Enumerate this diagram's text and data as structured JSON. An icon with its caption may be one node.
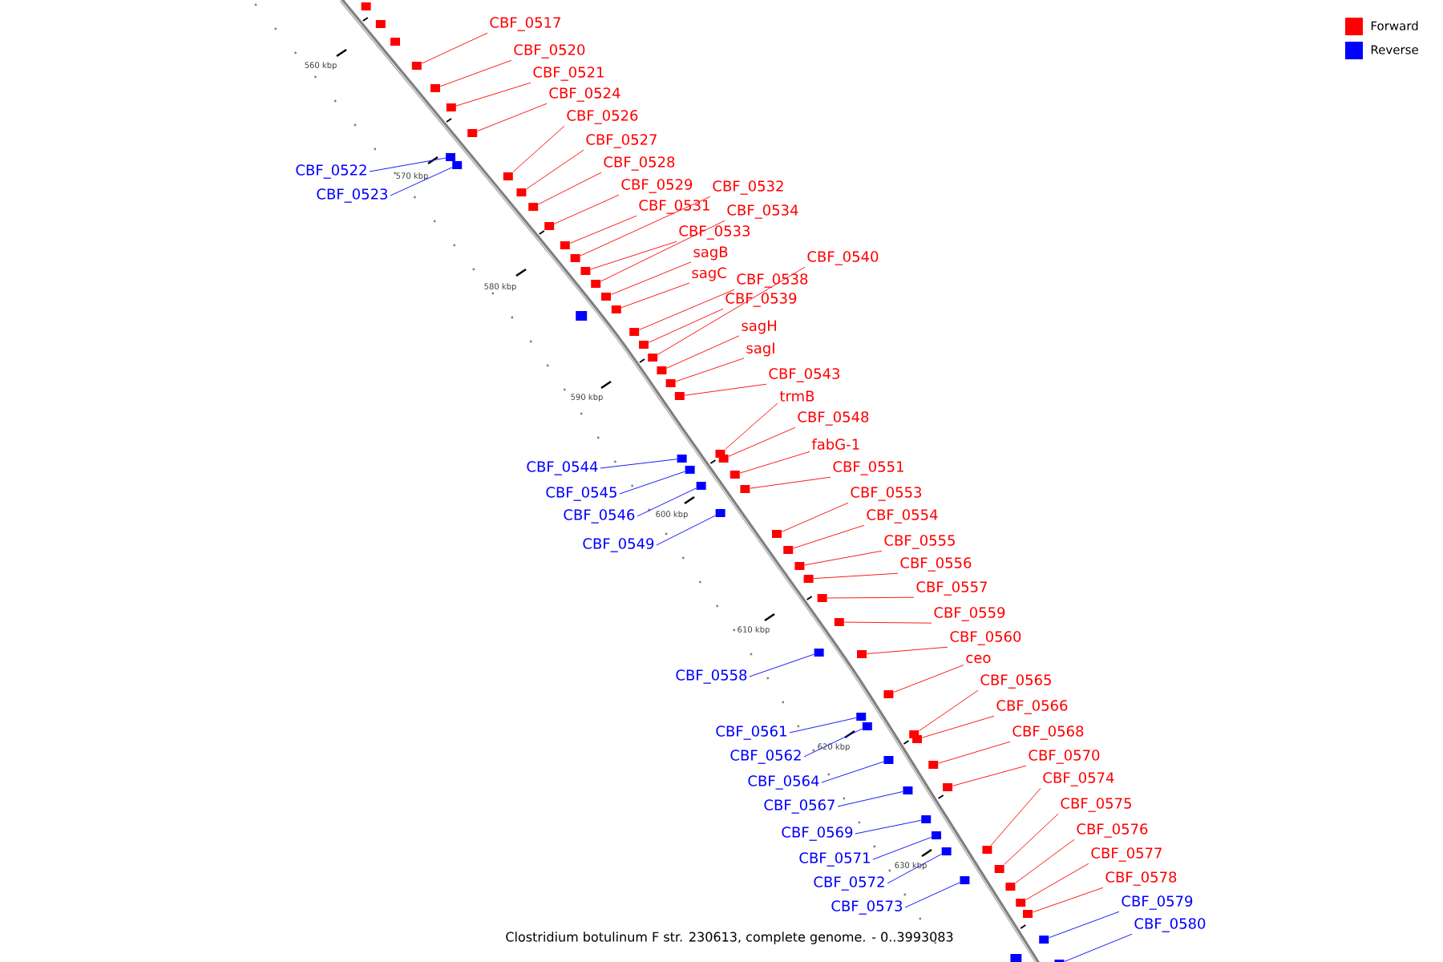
{
  "diagram": {
    "caption": "Clostridium botulinum F str. 230613, complete genome. - 0..3993083",
    "nodes": [
      {
        "text": [
          "CBF_0517"
        ]
      },
      {
        "text": [],
        "shape": "box"
      },
      {
        "text": [
          "CBF_0520"
        ]
      },
      {
        "text": [],
        "shape": "box"
      },
      {
        "text": [
          "CBF_0521"
        ]
      },
      {
        "text": [],
        "shape": "box"
      },
      {
        "text": [
          "CBF_0524"
        ]
      },
      {
        "text": [],
        "shape": "box"
      },
      {
        "text": [
          "CBF_0526"
        ]
      },
      {
        "text": [],
        "shape": "box"
      },
      {
        "text": [
          "CBF_0527"
        ]
      },
      {
        "text": [],
        "shape": "box"
      },
      {
        "text": [
          "CBF_0528"
        ]
      },
      {
        "text": [],
        "shape": "box"
      },
      {
        "text": [
          "CBF_0522"
        ]
      },
      {
        "text": [],
        "shape": "box"
      },
      {
        "text": [
          "CBF_0529"
        ]
      },
      {
        "text": [],
        "shape": "box"
      },
      {
        "text": [
          "CBF_0532"
        ]
      },
      {
        "text": [],
        "shape": "box"
      },
      {
        "text": [
          "CBF_0523"
        ]
      },
      {
        "text": [],
        "shape": "box"
      },
      {
        "text": [
          "CBF_0531"
        ]
      },
      {
        "text": [],
        "shape": "box"
      },
      {
        "text": [
          "CBF_0534"
        ]
      },
      {
        "text": [],
        "shape": "box"
      },
      {
        "text": [
          "CBF_0533"
        ]
      },
      {
        "text": [],
        "shape": "box"
      },
      {
        "text": [
          "sagB"
        ]
      },
      {
        "text": [],
        "shape": "box"
      },
      {
        "text": [
          "CBF_0540"
        ]
      },
      {
        "text": [],
        "shape": "box"
      },
      {
        "text": [
          "sagC"
        ]
      },
      {
        "text": [],
        "shape": "box"
      },
      {
        "text": [
          "CBF_0538"
        ]
      },
      {
        "text": [],
        "shape": "box"
      },
      {
        "text": [
          "CBF_0539"
        ]
      },
      {
        "text": [],
        "shape": "box"
      },
      {
        "text": [
          "sagH"
        ]
      },
      {
        "text": [],
        "shape": "box"
      },
      {
        "text": [
          "sagI"
        ]
      },
      {
        "text": [],
        "shape": "box"
      },
      {
        "text": [
          "CBF_0543"
        ]
      },
      {
        "text": [],
        "shape": "box"
      },
      {
        "text": [
          "trmB"
        ]
      },
      {
        "text": [],
        "shape": "box"
      },
      {
        "text": [
          "CBF_0548"
        ]
      },
      {
        "text": [],
        "shape": "box"
      },
      {
        "text": [
          "fabG-1"
        ]
      },
      {
        "text": [],
        "shape": "box"
      },
      {
        "text": [
          "CBF_0544"
        ]
      },
      {
        "text": [],
        "shape": "box"
      },
      {
        "text": [
          "CBF_0551"
        ]
      },
      {
        "text": [],
        "shape": "box"
      },
      {
        "text": [
          "CBF_0545"
        ]
      },
      {
        "text": [],
        "shape": "box"
      },
      {
        "text": [
          "CBF_0553"
        ]
      },
      {
        "text": [],
        "shape": "box"
      },
      {
        "text": [
          "CBF_0546"
        ]
      },
      {
        "text": [],
        "shape": "box"
      },
      {
        "text": [
          "CBF_0554"
        ]
      },
      {
        "text": [],
        "shape": "box"
      },
      {
        "text": [
          "CBF_0555"
        ]
      },
      {
        "text": [],
        "shape": "box"
      },
      {
        "text": [
          "CBF_0549"
        ]
      },
      {
        "text": [],
        "shape": "box"
      },
      {
        "text": [
          "CBF_0556"
        ]
      },
      {
        "text": [],
        "shape": "box"
      },
      {
        "text": [
          "CBF_0557"
        ]
      },
      {
        "text": [],
        "shape": "box"
      },
      {
        "text": [
          "CBF_0559"
        ]
      },
      {
        "text": [],
        "shape": "box"
      },
      {
        "text": [
          "CBF_0560"
        ]
      },
      {
        "text": [],
        "shape": "box"
      },
      {
        "text": [
          "ceo"
        ]
      },
      {
        "text": [],
        "shape": "box"
      },
      {
        "text": [
          "CBF_0558"
        ]
      },
      {
        "text": [],
        "shape": "box"
      },
      {
        "text": [
          "CBF_0565"
        ]
      },
      {
        "text": [],
        "shape": "box"
      },
      {
        "text": [
          "CBF_0566"
        ]
      },
      {
        "text": [],
        "shape": "box"
      },
      {
        "text": [
          "CBF_0561"
        ]
      },
      {
        "text": [],
        "shape": "box"
      },
      {
        "text": [
          "CBF_0568"
        ]
      },
      {
        "text": [],
        "shape": "box"
      },
      {
        "text": [
          "CBF_0562"
        ]
      },
      {
        "text": [],
        "shape": "box"
      },
      {
        "text": [
          "CBF_0570"
        ]
      },
      {
        "text": [],
        "shape": "box"
      },
      {
        "text": [
          "CBF_0574"
        ]
      },
      {
        "text": [],
        "shape": "box"
      },
      {
        "text": [
          "CBF_0564"
        ]
      },
      {
        "text": [],
        "shape": "box"
      },
      {
        "text": [
          "CBF_0575"
        ]
      },
      {
        "text": [],
        "shape": "box"
      },
      {
        "text": [
          "CBF_0567"
        ]
      },
      {
        "text": [],
        "shape": "box"
      },
      {
        "text": [
          "CBF_0576"
        ]
      },
      {
        "text": [],
        "shape": "box"
      },
      {
        "text": [
          "CBF_0569"
        ]
      },
      {
        "text": [],
        "shape": "box"
      },
      {
        "text": [
          "CBF_0577"
        ]
      },
      {
        "text": [],
        "shape": "box"
      },
      {
        "text": [
          "CBF_0571"
        ]
      },
      {
        "text": [],
        "shape": "box"
      },
      {
        "text": [
          "CBF_0578"
        ]
      },
      {
        "text": [],
        "shape": "box"
      },
      {
        "text": [
          "CBF_0572"
        ]
      },
      {
        "text": [],
        "shape": "box"
      },
      {
        "text": [
          "CBF_0579"
        ]
      },
      {
        "text": [],
        "shape": "box"
      },
      {
        "text": [
          "CBF_0573"
        ]
      },
      {
        "text": [],
        "shape": "box"
      },
      {
        "text": [
          "CBF_0580"
        ]
      },
      {
        "text": [],
        "shape": "box"
      }
    ],
    "edges": [
      {
        "from": 0,
        "to": 1,
        "arrow": "none"
      },
      {
        "from": 2,
        "to": 3,
        "arrow": "none"
      },
      {
        "from": 4,
        "to": 5,
        "arrow": "none"
      },
      {
        "from": 6,
        "to": 7,
        "arrow": "none"
      },
      {
        "from": 8,
        "to": 9,
        "arrow": "none"
      },
      {
        "from": 10,
        "to": 11,
        "arrow": "none"
      },
      {
        "from": 12,
        "to": 13,
        "arrow": "none"
      },
      {
        "from": 14,
        "to": 15,
        "arrow": "none",
        "color": "#0000ff"
      },
      {
        "from": 16,
        "to": 17,
        "arrow": "none"
      },
      {
        "from": 18,
        "to": 19,
        "arrow": "none"
      },
      {
        "from": 20,
        "to": 21,
        "arrow": "none",
        "color": "#0000ff"
      },
      {
        "from": 22,
        "to": 23,
        "arrow": "none"
      },
      {
        "from": 24,
        "to": 25,
        "arrow": "none"
      },
      {
        "from": 26,
        "to": 27,
        "arrow": "none"
      },
      {
        "from": 28,
        "to": 29,
        "arrow": "none"
      },
      {
        "from": 30,
        "to": 31,
        "arrow": "none"
      },
      {
        "from": 32,
        "to": 33,
        "arrow": "none"
      },
      {
        "from": 34,
        "to": 35,
        "arrow": "none"
      },
      {
        "from": 36,
        "to": 37,
        "arrow": "none"
      },
      {
        "from": 38,
        "to": 39,
        "arrow": "none"
      },
      {
        "from": 40,
        "to": 41,
        "arrow": "none"
      },
      {
        "from": 42,
        "to": 43,
        "arrow": "none"
      },
      {
        "from": 44,
        "to": 45,
        "arrow": "none"
      },
      {
        "from": 46,
        "to": 47,
        "arrow": "none"
      },
      {
        "from": 48,
        "to": 49,
        "arrow": "none"
      },
      {
        "from": 50,
        "to": 51,
        "arrow": "none",
        "color": "#0000ff"
      },
      {
        "from": 52,
        "to": 53,
        "arrow": "none"
      },
      {
        "from": 54,
        "to": 55,
        "arrow": "none",
        "color": "#0000ff"
      },
      {
        "from": 56,
        "to": 57,
        "arrow": "none"
      },
      {
        "from": 58,
        "to": 59,
        "arrow": "none",
        "color": "#0000ff"
      },
      {
        "from": 60,
        "to": 61,
        "arrow": "none"
      },
      {
        "from": 62,
        "to": 63,
        "arrow": "none"
      },
      {
        "from": 64,
        "to": 65,
        "arrow": "none",
        "color": "#0000ff"
      },
      {
        "from": 66,
        "to": 67,
        "arrow": "none"
      },
      {
        "from": 68,
        "to": 69,
        "arrow": "none"
      },
      {
        "from": 70,
        "to": 71,
        "arrow": "none"
      },
      {
        "from": 72,
        "to": 73,
        "arrow": "none"
      },
      {
        "from": 74,
        "to": 75,
        "arrow": "none"
      },
      {
        "from": 76,
        "to": 77,
        "arrow": "none",
        "color": "#0000ff"
      },
      {
        "from": 78,
        "to": 79,
        "arrow": "none"
      },
      {
        "from": 80,
        "to": 81,
        "arrow": "none"
      },
      {
        "from": 82,
        "to": 83,
        "arrow": "none",
        "color": "#0000ff"
      },
      {
        "from": 84,
        "to": 85,
        "arrow": "none"
      },
      {
        "from": 86,
        "to": 87,
        "arrow": "none",
        "color": "#0000ff"
      },
      {
        "from": 88,
        "to": 89,
        "arrow": "none"
      },
      {
        "from": 90,
        "to": 91,
        "arrow": "none"
      },
      {
        "from": 92,
        "to": 93,
        "arrow": "none",
        "color": "#0000ff"
      },
      {
        "from": 94,
        "to": 95,
        "arrow": "none"
      },
      {
        "from": 96,
        "to": 97,
        "arrow": "none",
        "color": "#0000ff"
      },
      {
        "from": 98,
        "to": 99,
        "arrow": "none"
      },
      {
        "from": 100,
        "to": 101,
        "arrow": "none",
        "color": "#0000ff"
      },
      {
        "from": 102,
        "to": 103,
        "arrow": "none"
      },
      {
        "from": 104,
        "to": 105,
        "arrow": "none",
        "color": "#0000ff"
      },
      {
        "from": 106,
        "to": 107,
        "arrow": "none"
      },
      {
        "from": 108,
        "to": 109,
        "arrow": "none",
        "color": "#0000ff"
      },
      {
        "from": 110,
        "to": 111,
        "arrow": "none",
        "color": "#0000ff"
      },
      {
        "from": 112,
        "to": 113,
        "arrow": "none",
        "color": "#0000ff"
      },
      {
        "from": 114,
        "to": 115,
        "arrow": "none",
        "color": "#0000ff"
      }
    ],
    "labels": [
      "560 kbp",
      "570 kbp",
      "580 kbp",
      "590 kbp",
      "600 kbp",
      "610 kbp",
      "620 kbp",
      "630 kbp"
    ],
    "legend": [
      {
        "text": "Forward",
        "color": "#ff0000"
      },
      {
        "text": "Reverse",
        "color": "#0000ff"
      }
    ]
  }
}
